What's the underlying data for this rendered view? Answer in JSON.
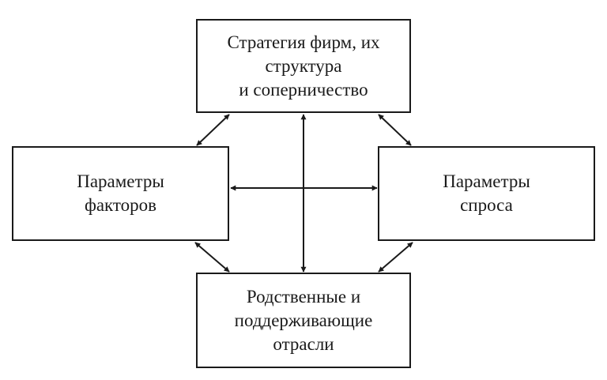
{
  "diagram": {
    "title": "Diamond of national competitive advantage",
    "nodes": {
      "strategy": {
        "lines": [
          "Стратегия фирм, их",
          "структура",
          "и соперничество"
        ]
      },
      "factors": {
        "lines": [
          "Параметры",
          "факторов"
        ]
      },
      "demand": {
        "lines": [
          "Параметры",
          "спроса"
        ]
      },
      "related": {
        "lines": [
          "Родственные и",
          "поддерживающие",
          "отрасли"
        ]
      }
    },
    "edges": [
      {
        "from": "strategy",
        "to": "factors",
        "direction": "both"
      },
      {
        "from": "strategy",
        "to": "demand",
        "direction": "both"
      },
      {
        "from": "strategy",
        "to": "related",
        "direction": "both"
      },
      {
        "from": "factors",
        "to": "demand",
        "direction": "both"
      },
      {
        "from": "factors",
        "to": "related",
        "direction": "both"
      },
      {
        "from": "demand",
        "to": "related",
        "direction": "both"
      }
    ],
    "colors": {
      "stroke": "#1a1a1a",
      "background": "#ffffff"
    }
  }
}
